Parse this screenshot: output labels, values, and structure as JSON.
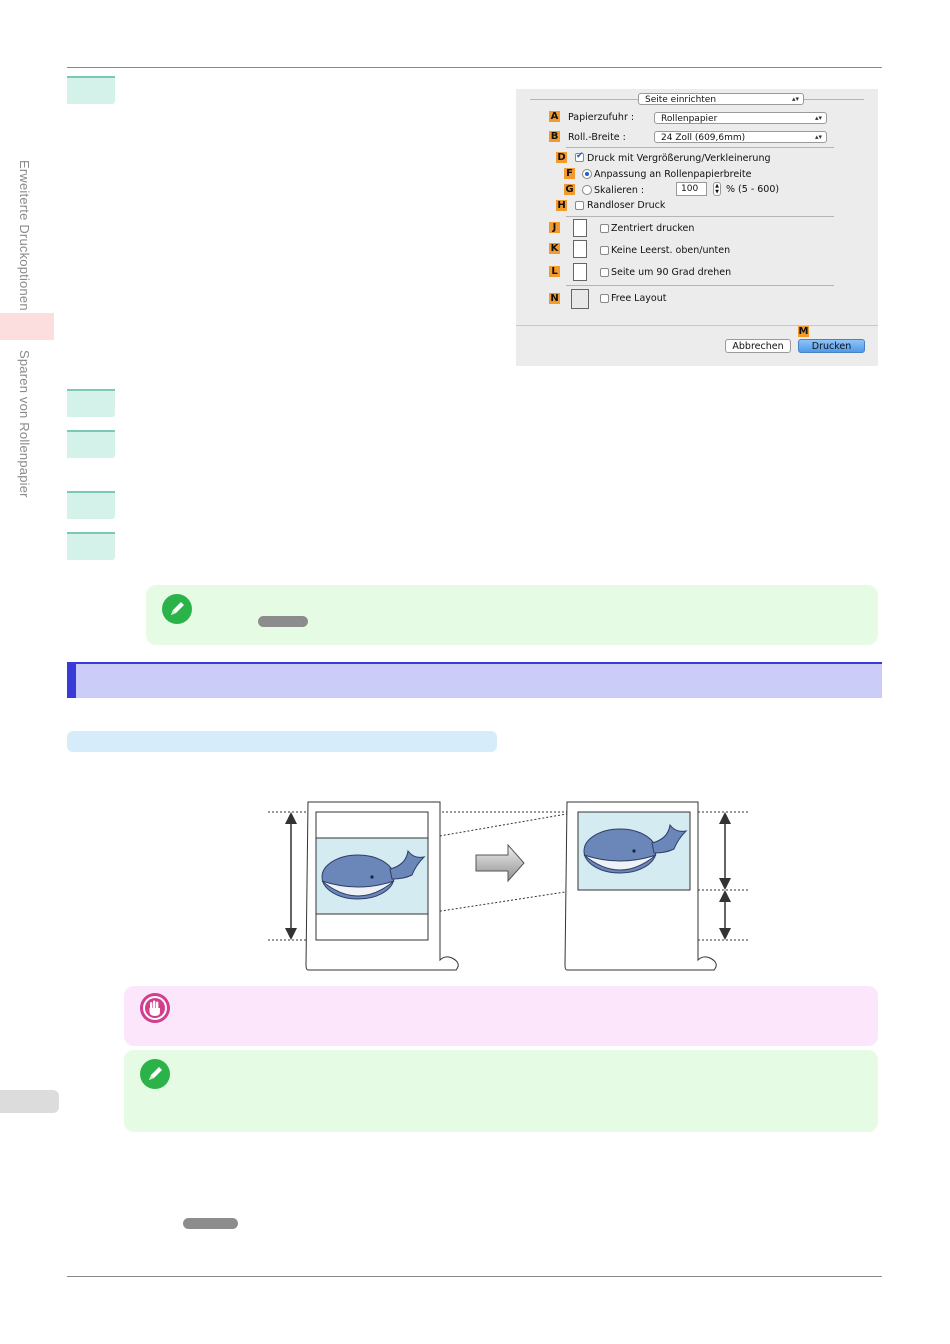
{
  "side_tabs": {
    "tab1": "Erweiterte Druckoptionen",
    "tab2": "Sparen von Rollenpapier"
  },
  "dialog": {
    "preset": "Seite einrichten",
    "rows": {
      "a_badge": "A",
      "a_label": "Papierzufuhr :",
      "a_value": "Rollenpapier",
      "b_badge": "B",
      "b_label": "Roll.-Breite :",
      "b_value": "24 Zoll (609,6mm)",
      "d_badge": "D",
      "d_label": "Druck mit Vergrößerung/Verkleinerung",
      "f_badge": "F",
      "f_label": "Anpassung an Rollenpapierbreite",
      "g_badge": "G",
      "g_label": "Skalieren :",
      "g_value": "100",
      "g_range": "% (5 - 600)",
      "h_badge": "H",
      "h_label": "Randloser Druck",
      "j_badge": "J",
      "j_label": "Zentriert drucken",
      "k_badge": "K",
      "k_label": "Keine Leerst. oben/unten",
      "l_badge": "L",
      "l_label": "Seite um 90 Grad drehen",
      "n_badge": "N",
      "n_label": "Free Layout",
      "m_badge": "M"
    },
    "cancel_label": "Abbrechen",
    "print_label": "Drucken"
  },
  "colors": {
    "step_fill": "#d4f1ea",
    "note_fill": "#e6fbe3",
    "important_fill": "#fce6fb",
    "section_fill": "#ccccf8",
    "section_accent": "#3a3ad6",
    "subheading_fill": "#d6ecfb",
    "badge": "#f29a2e",
    "diagram_fill": "#d5ebf2"
  }
}
